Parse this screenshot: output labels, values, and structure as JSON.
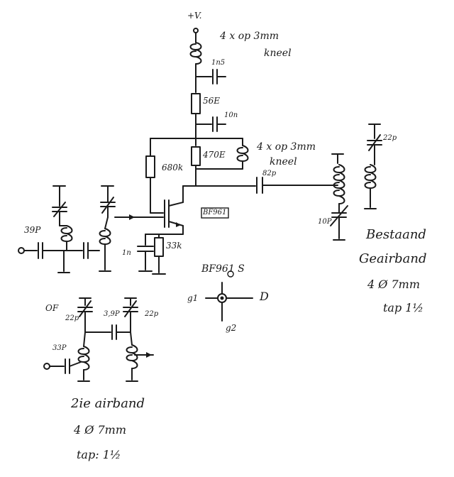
{
  "main_circuit": {
    "supply": "+V.",
    "supply_coil_note_line1": "4 x op 3mm",
    "supply_coil_note_line2": "kneel",
    "decoupling_cap_1": "1n5",
    "resistor_top": "56E",
    "decoupling_cap_2": "10n",
    "drain_resistor": "470E",
    "output_coil_note_line1": "4 x op 3mm",
    "output_coil_note_line2": "kneel",
    "coupling_cap": "82p",
    "bias_resistor": "680k",
    "source_cap": "1n",
    "source_resistor": "33k",
    "transistor_tag": "BF961",
    "input_cap": "39P",
    "output_trim_cap": "22p",
    "tank_cap": "10P",
    "band_note_line1": "Bestaand",
    "band_note_line2": "Geairband",
    "band_note_line3": "4 Ø 7mm",
    "band_note_line4": "tap 1½"
  },
  "pinout": {
    "title": "BF961 S",
    "pin_g1": "g1",
    "pin_d": "D",
    "pin_g2": "g2"
  },
  "secondary_circuit": {
    "label_of": "OF",
    "trim_cap_left": "22p",
    "coupling_cap": "3,9P",
    "trim_cap_right": "22p",
    "input_cap": "33P",
    "band_note_line1": "2ie airband",
    "band_note_line2": "4 Ø 7mm",
    "band_note_line3": "tap: 1½"
  }
}
